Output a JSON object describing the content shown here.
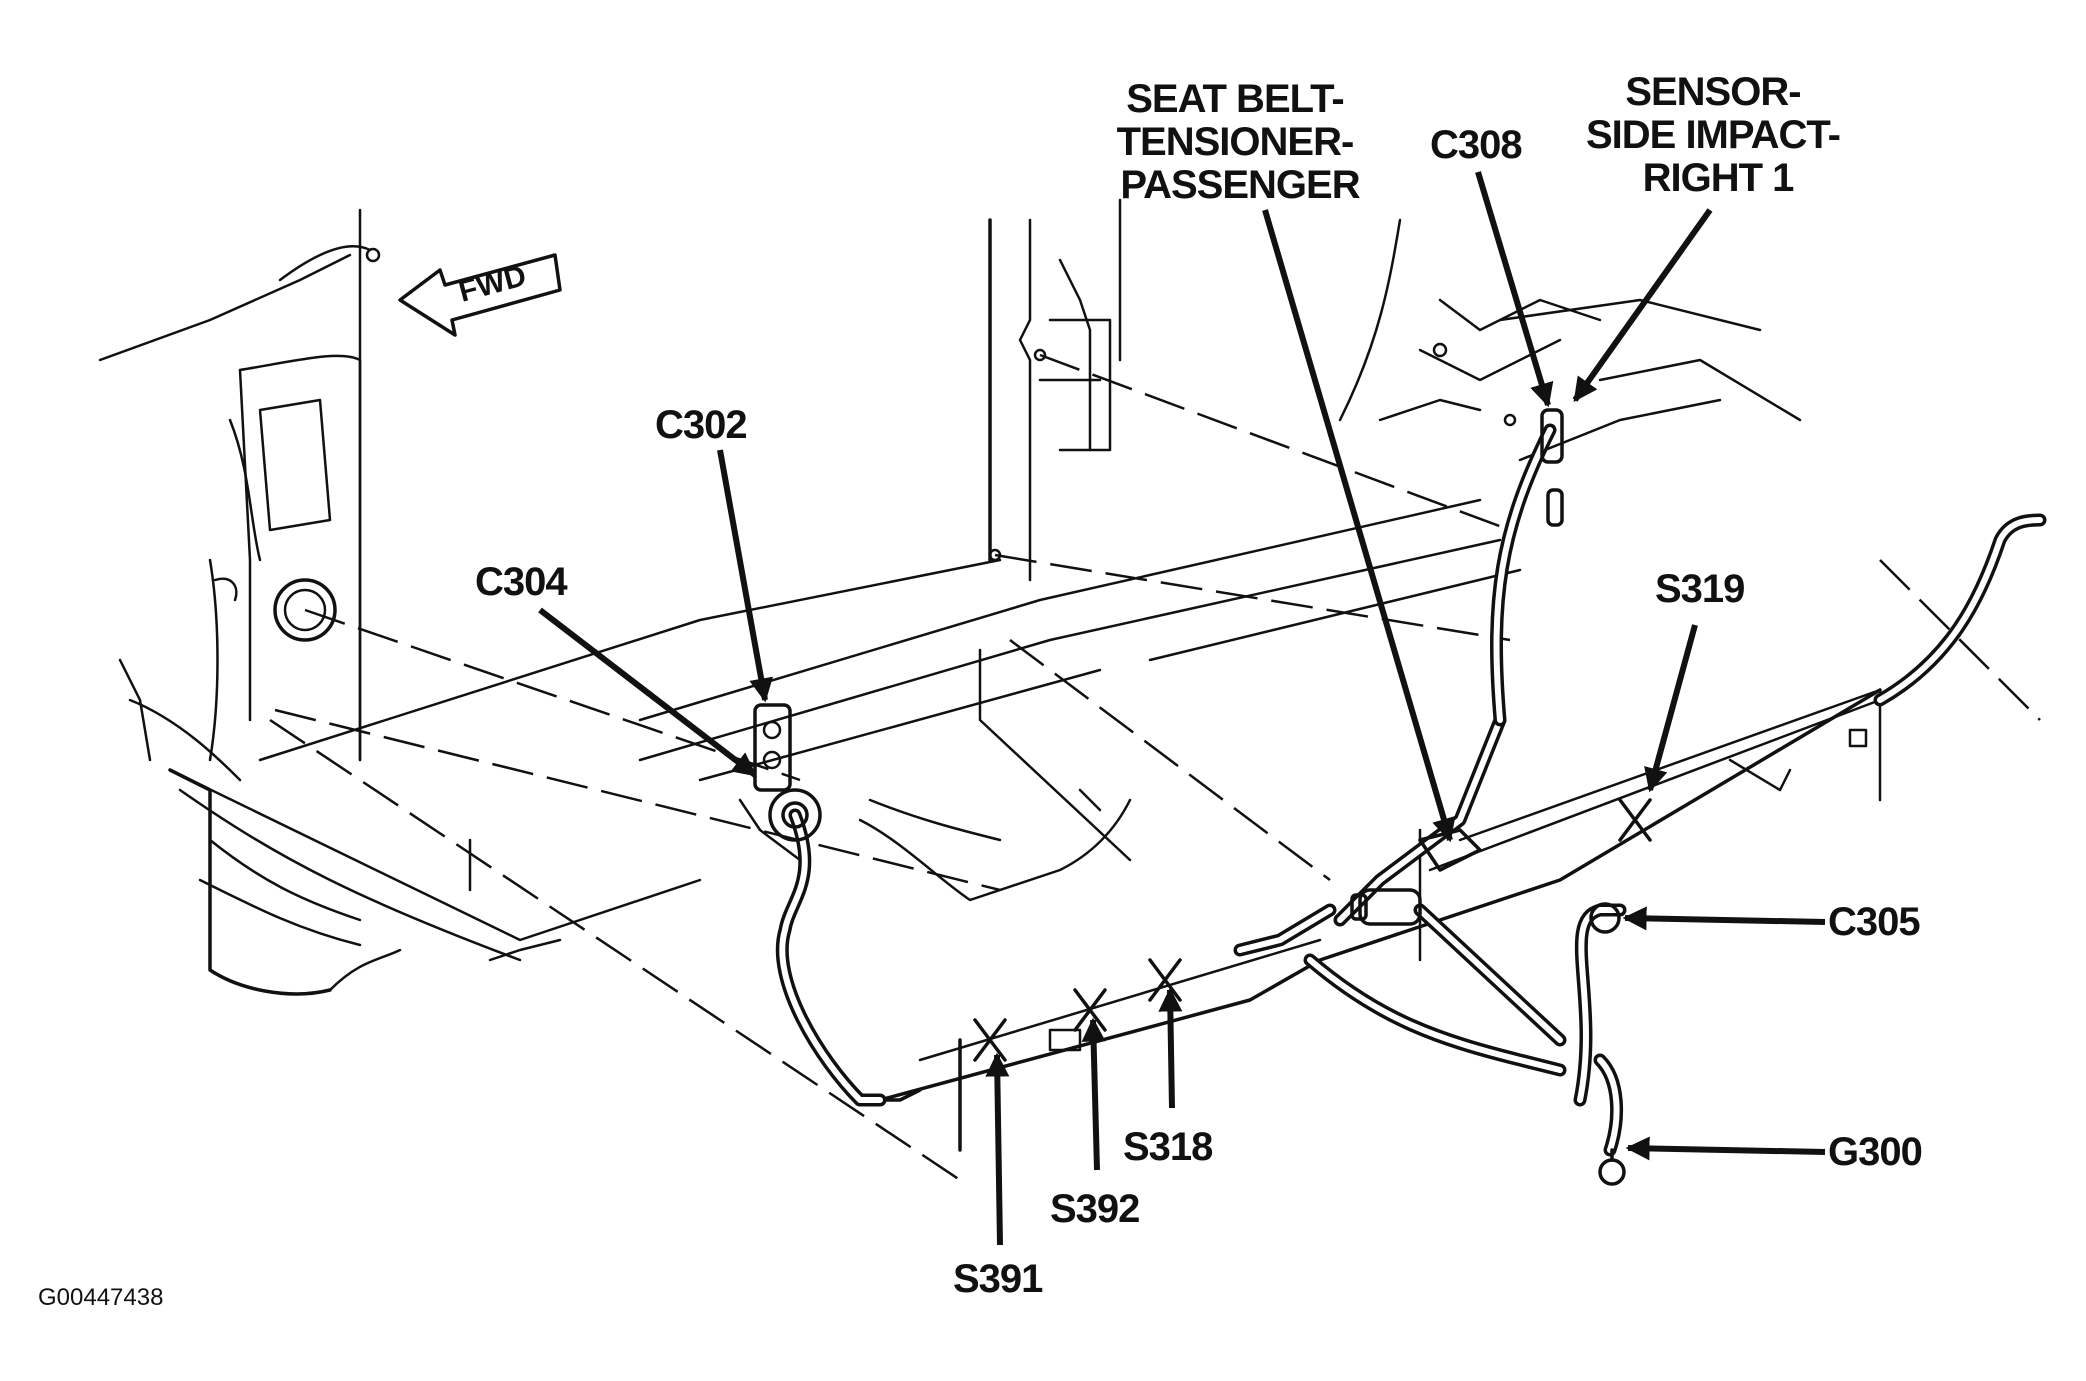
{
  "figure_id": "G00447438",
  "direction": {
    "label": "FWD",
    "icon": "forward-arrow-icon"
  },
  "components": {
    "c302": "C302",
    "c304": "C304",
    "c305": "C305",
    "c308": "C308",
    "g300": "G300",
    "s318": "S318",
    "s319": "S319",
    "s391": "S391",
    "s392": "S392",
    "seat_belt_tensioner": [
      "SEAT BELT-",
      "TENSIONER-",
      "PASSENGER"
    ],
    "side_impact_sensor": [
      "SENSOR-",
      "SIDE IMPACT-",
      "RIGHT 1"
    ]
  }
}
